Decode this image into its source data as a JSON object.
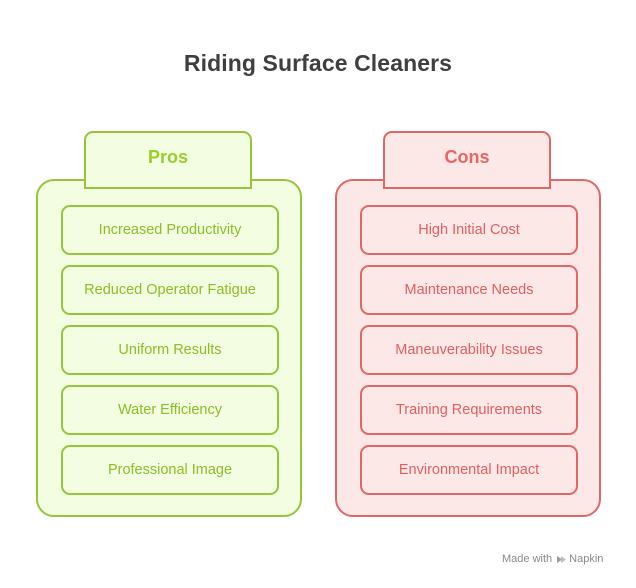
{
  "title": "Riding Surface Cleaners",
  "pros": {
    "heading": "Pros",
    "items": [
      "Increased Productivity",
      "Reduced Operator Fatigue",
      "Uniform Results",
      "Water Efficiency",
      "Professional Image"
    ]
  },
  "cons": {
    "heading": "Cons",
    "items": [
      "High Initial Cost",
      "Maintenance Needs",
      "Maneuverability Issues",
      "Training Requirements",
      "Environmental Impact"
    ]
  },
  "footer": {
    "made_with": "Made with",
    "brand": "Napkin",
    "icon": "napkin-logo-icon"
  },
  "colors": {
    "pros_fill": "#f2fde1",
    "pros_stroke": "#97c43a",
    "pros_text": "#8ebd27",
    "cons_fill": "#fde8e8",
    "cons_stroke": "#e06767",
    "cons_text": "#e06060",
    "title": "#3f3f3f"
  }
}
